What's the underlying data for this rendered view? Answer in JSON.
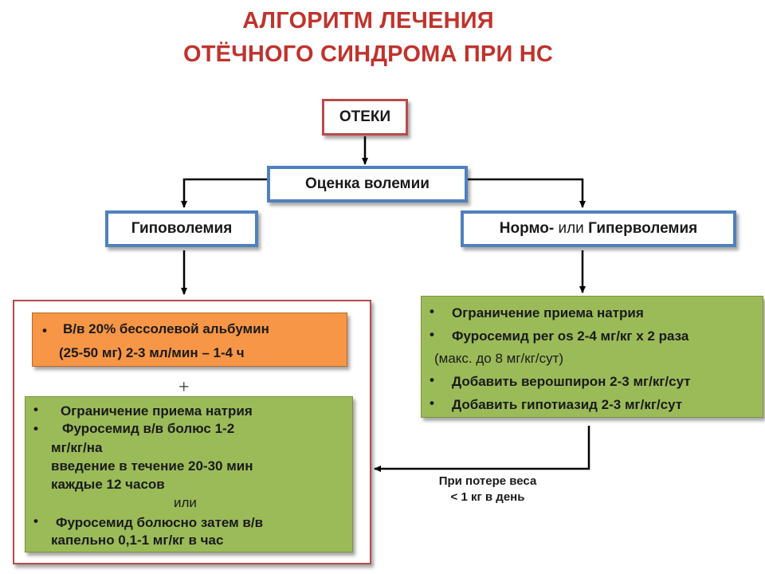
{
  "title": {
    "line1": "АЛГОРИТМ ЛЕЧЕНИЯ",
    "line2": "ОТЁЧНОГО СИНДРОМА ПРИ НС"
  },
  "nodes": {
    "edema": "ОТЕКИ",
    "volemia_assessment": "Оценка волемии",
    "hypovolemia": "Гиповолемия",
    "normo_bold": "Нормо-",
    "normo_or": " или ",
    "hyper_bold": "Гиперволемия"
  },
  "bullet": "•",
  "orange_box": {
    "line1": "В/в 20% бессолевой альбумин",
    "line2": "(25-50 мг)  2-3 мл/мин – 1-4 ч"
  },
  "plus": "+",
  "left_green": {
    "item1": "Ограничение приема  натрия",
    "item2_line1": "Фуросемид в/в болюс  1-2",
    "item2_line2": "мг/кг/на",
    "item2_line3": "введение  в течение 20-30 мин",
    "item2_line4": "каждые 12 часов",
    "or": "или",
    "item3_line1": "Фуросемид болюсно затем  в/в",
    "item3_line2": "капельно 0,1-1 мг/кг в час"
  },
  "right_green": {
    "item1": "Ограничение приема  натрия",
    "item2": "Фуросемид per os 2-4 мг/кг х 2 раза",
    "item2_cont": "(макс. до 8 мг/кг/сут)",
    "item3": "Добавить верошпирон 2-3 мг/кг/сут",
    "item4": "Добавить гипотиазид 2-3 мг/кг/сут"
  },
  "note": {
    "line1": "При потере веса",
    "line2": "< 1 кг в день"
  },
  "colors": {
    "title": "#c0332d",
    "red_border": "#b94a4a",
    "blue_border": "#4f81bd",
    "orange": "#f79646",
    "green": "#9bbb59"
  }
}
